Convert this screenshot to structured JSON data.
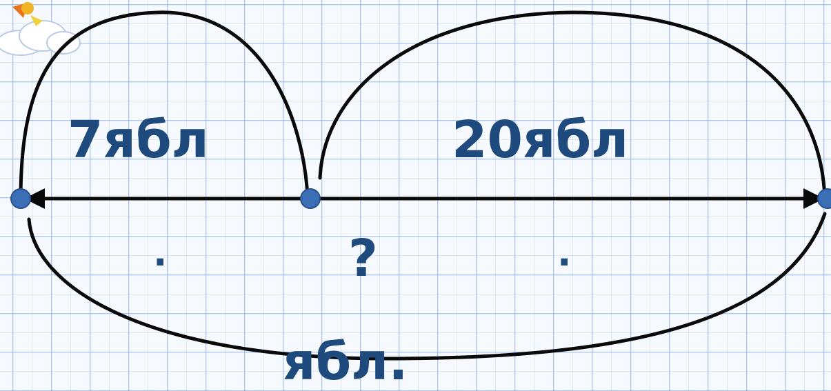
{
  "colors": {
    "text": "#1f4a7d",
    "line": "#0a0a0a",
    "point": "#3a6fb5",
    "grid": "#8fb1e0"
  },
  "labels": {
    "left_segment": "7ябл",
    "right_segment": "20ябл",
    "question": "?",
    "total": "ябл.",
    "dot_left": ".",
    "dot_right": "."
  },
  "icons": {
    "corner": "cloud-character-icon"
  }
}
